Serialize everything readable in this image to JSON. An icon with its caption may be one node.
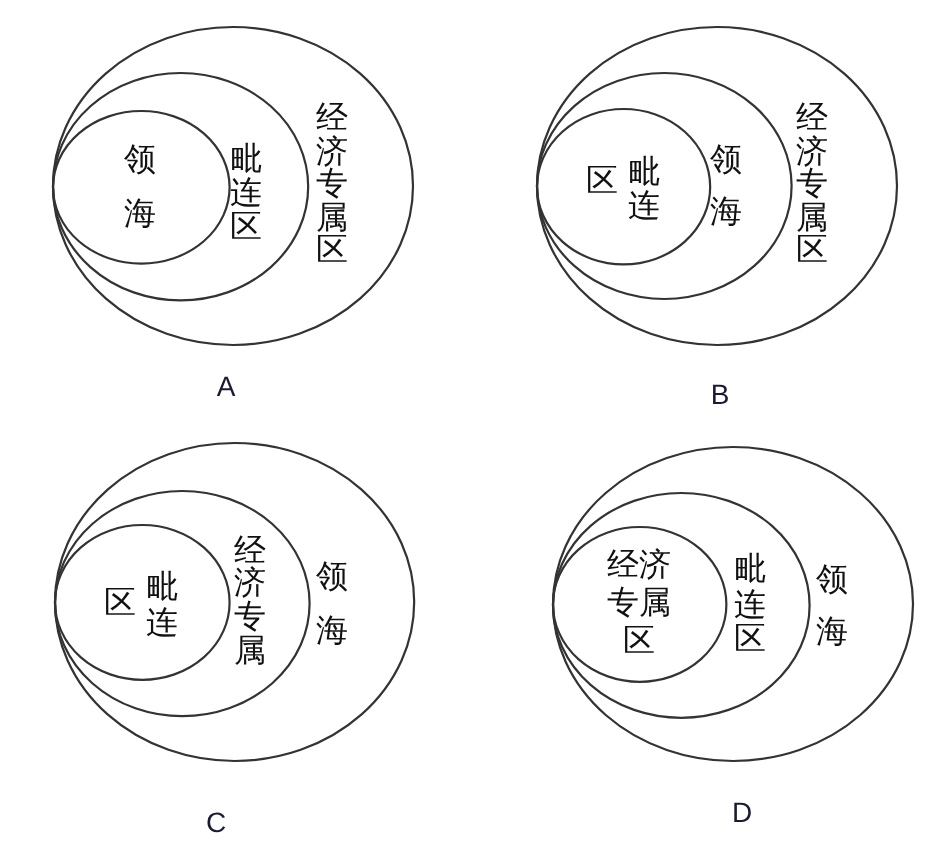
{
  "diagram": {
    "nodes": [
      {
        "text": [
          "经济专属区"
        ]
      },
      {
        "text": [
          "毗连区"
        ],
        "in": 0
      },
      {
        "text": [
          "领海"
        ],
        "in": 1
      },
      {
        "text": [
          "经济专属区"
        ]
      },
      {
        "text": [
          "领海"
        ],
        "in": 3
      },
      {
        "text": [
          "区",
          "毗连"
        ],
        "in": 4
      },
      {
        "text": [
          "领海"
        ]
      },
      {
        "text": [
          "经济专属"
        ],
        "in": 6
      },
      {
        "text": [
          "区",
          "毗连"
        ],
        "in": 7
      },
      {
        "text": [
          "领海"
        ]
      },
      {
        "text": [
          "毗连区"
        ],
        "in": 9
      },
      {
        "text": [
          "经济专属区"
        ],
        "in": 10
      }
    ],
    "labels": [
      "A",
      "B",
      "C",
      "D"
    ]
  }
}
